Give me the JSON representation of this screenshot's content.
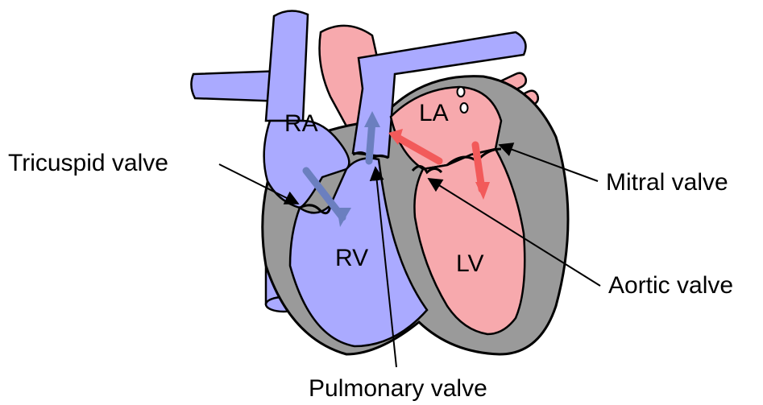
{
  "colors": {
    "deoxygenated": "#aaaaff",
    "oxygenated": "#f7a9ad",
    "muscle": "#9a9a9a",
    "outline": "#000000",
    "flow_arrow_blue": "#6b7fbf",
    "flow_arrow_red": "#f25a5a"
  },
  "chambers": {
    "ra": "RA",
    "rv": "RV",
    "la": "LA",
    "lv": "LV"
  },
  "valves": {
    "tricuspid": "Tricuspid valve",
    "pulmonary": "Pulmonary valve",
    "mitral": "Mitral valve",
    "aortic": "Aortic valve"
  }
}
